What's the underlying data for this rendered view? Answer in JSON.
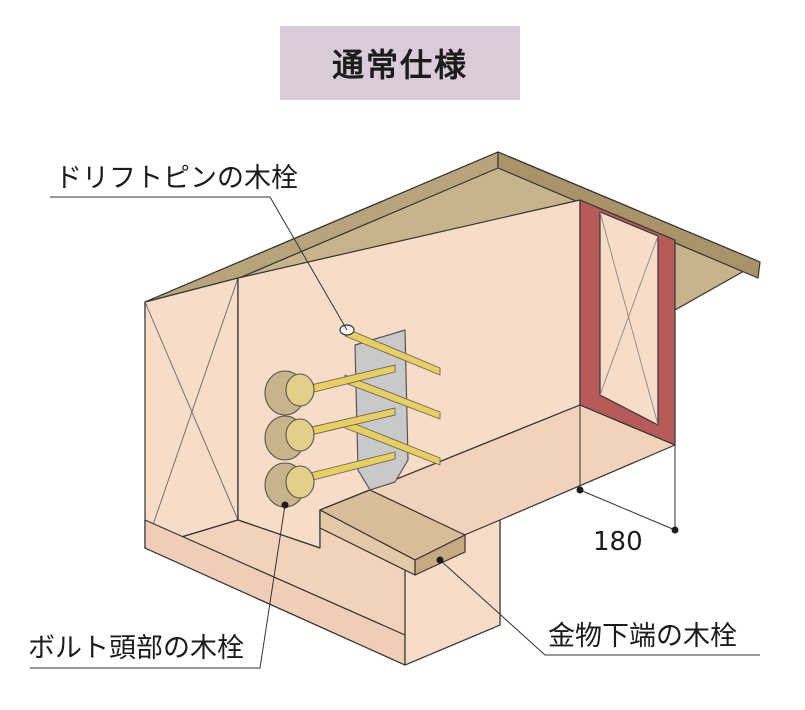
{
  "title": "通常仕様",
  "labels": {
    "drift_pin_plug": "ドリフトピンの木栓",
    "bolt_head_plug": "ボルト頭部の木栓",
    "hardware_bottom_plug": "金物下端の木栓"
  },
  "dimension": "180",
  "colors": {
    "wood": "#f7dcc8",
    "wood_top": "#c8b48a",
    "red_member": "#b65a5a",
    "pin": "#e9cf5e",
    "plate": "#c9c9c9",
    "title_bg": "#d9cbd9"
  }
}
